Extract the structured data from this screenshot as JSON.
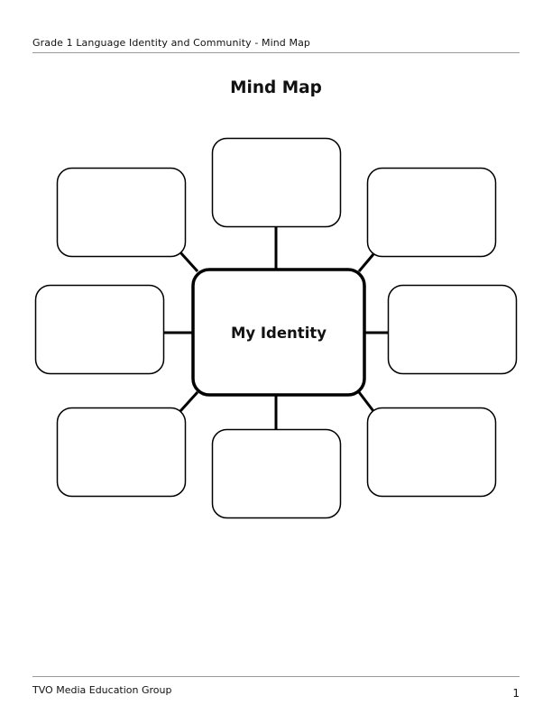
{
  "header": {
    "title": "Grade 1 Language Identity and Community - Mind Map"
  },
  "main": {
    "title": "Mind Map",
    "center_label": "My Identity",
    "outer_box_count_shown": 8
  },
  "footer": {
    "organization": "TVO Media Education Group",
    "page_number": "1"
  },
  "colors": {
    "stroke": "#000000",
    "rule": "#9a9a9a",
    "text": "#111111"
  }
}
